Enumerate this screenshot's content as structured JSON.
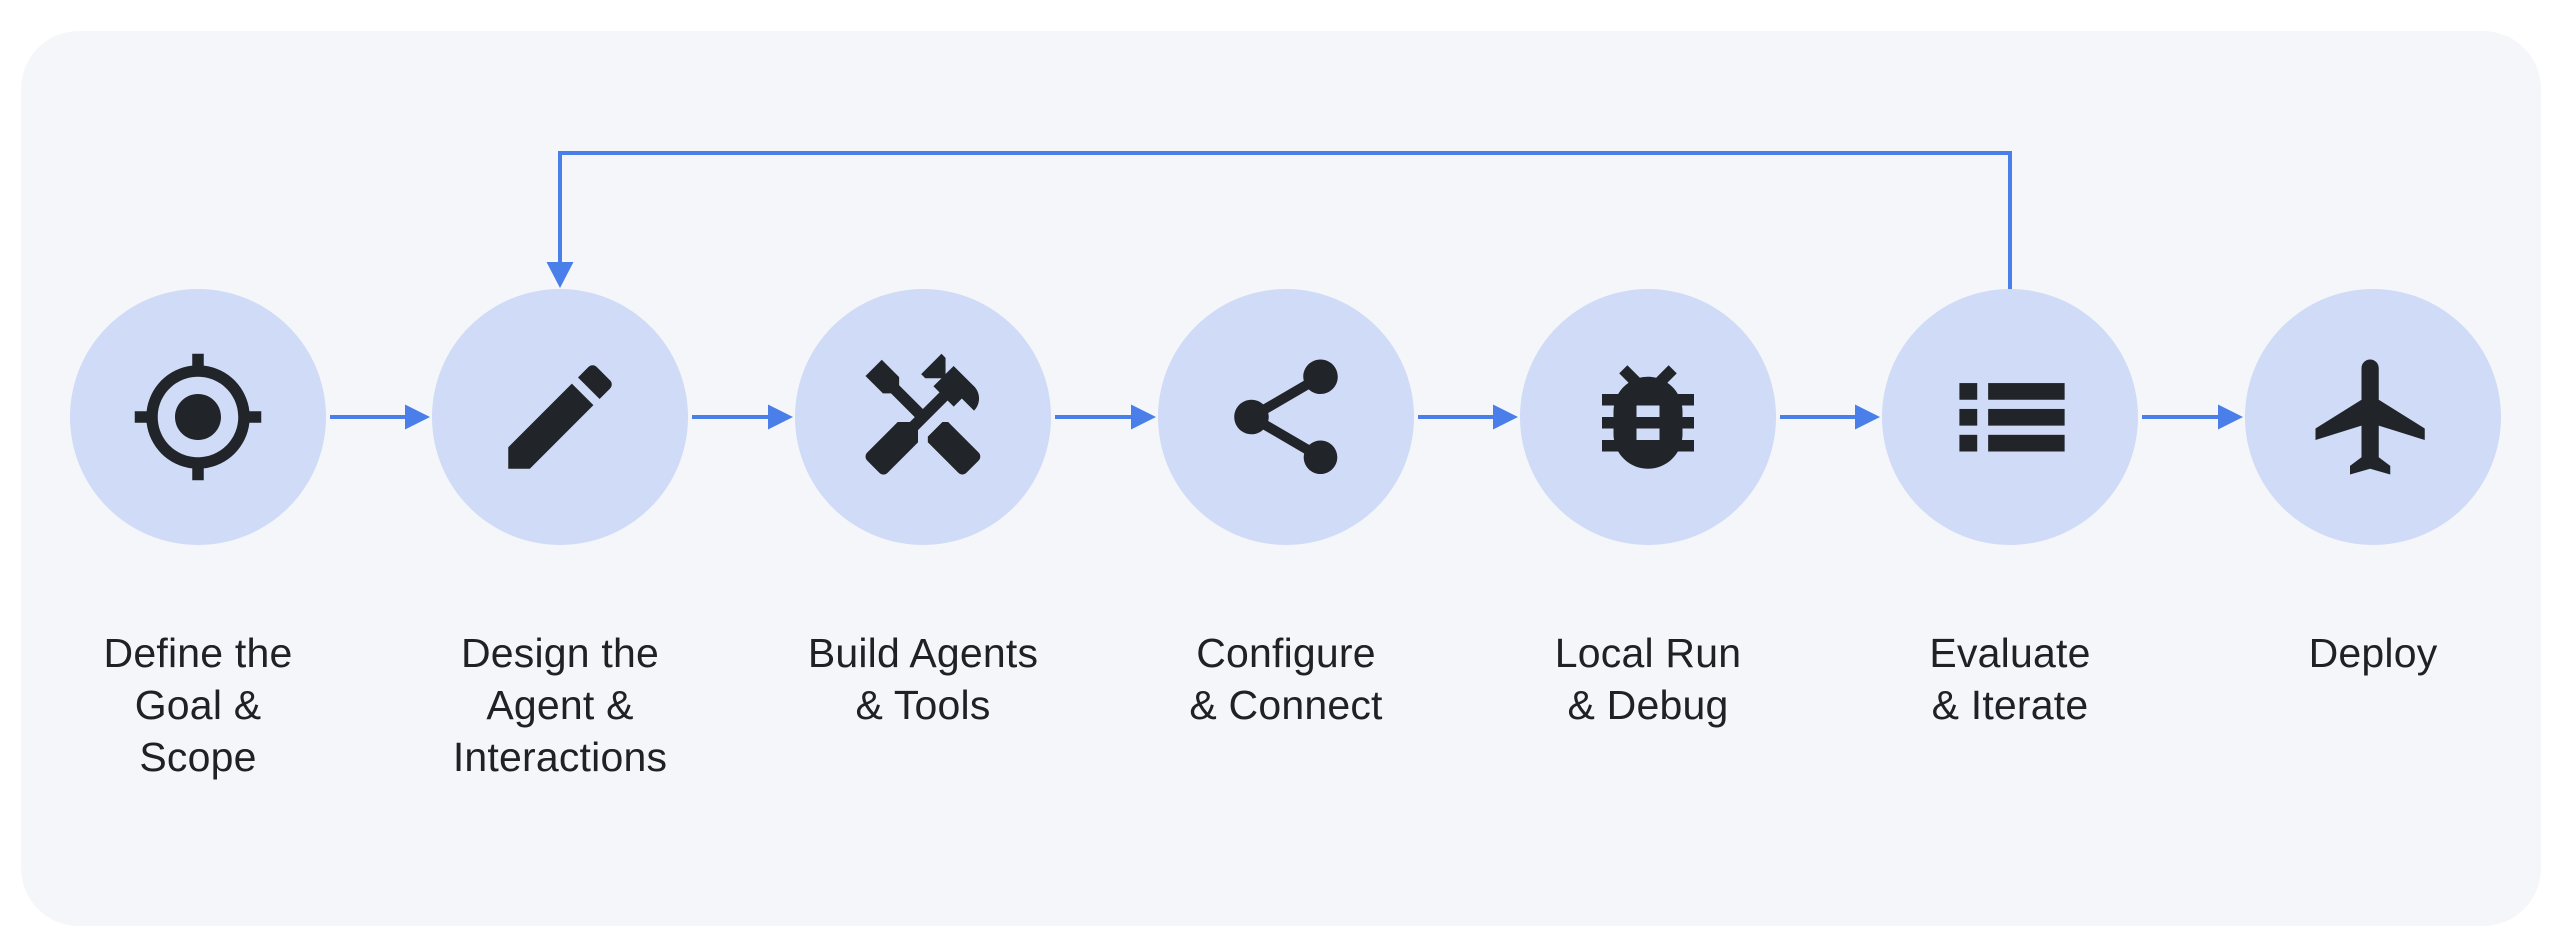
{
  "workflow": {
    "steps": [
      {
        "label": "Define the\nGoal &\nScope",
        "icon": "target-icon"
      },
      {
        "label": "Design the\nAgent &\nInteractions",
        "icon": "pencil-icon"
      },
      {
        "label": "Build Agents\n& Tools",
        "icon": "hammer-wrench-icon"
      },
      {
        "label": "Configure\n& Connect",
        "icon": "share-icon"
      },
      {
        "label": "Local Run\n& Debug",
        "icon": "bug-icon"
      },
      {
        "label": "Evaluate\n& Iterate",
        "icon": "list-icon"
      },
      {
        "label": "Deploy",
        "icon": "airplane-icon"
      }
    ],
    "feedback_loop": {
      "from": "Evaluate & Iterate",
      "to": "Design the Agent & Interactions"
    },
    "colors": {
      "page_bg": "#ffffff",
      "card_bg": "#f5f6f9",
      "circle_fill": "#cfdbf7",
      "icon": "#212529",
      "text": "#202124",
      "arrow_blue": "#4a7ee8"
    }
  }
}
